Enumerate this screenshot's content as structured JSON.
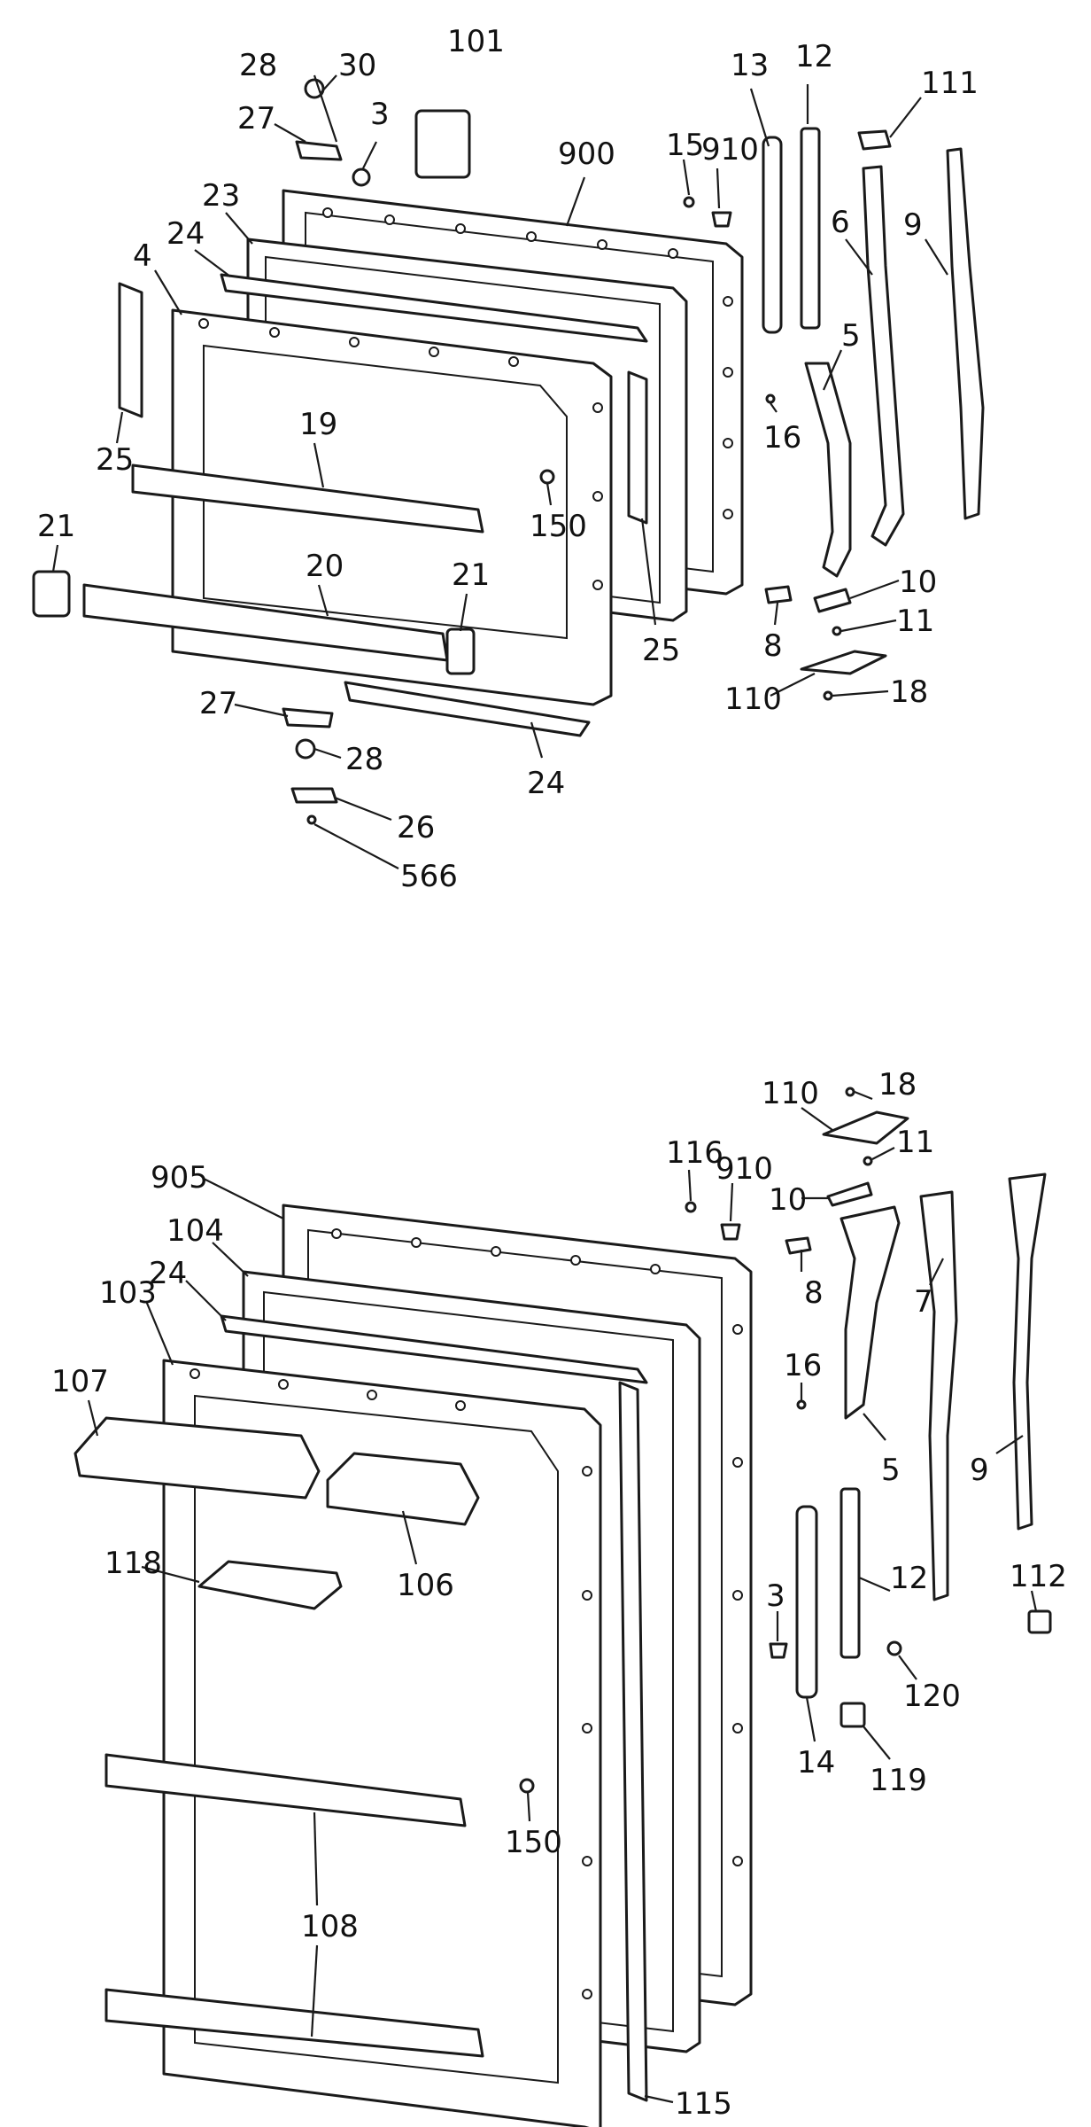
{
  "diagram": {
    "freezer_door_labels": [
      "28",
      "30",
      "27",
      "3",
      "101",
      "900",
      "15",
      "910",
      "13",
      "12",
      "111",
      "23",
      "24",
      "4",
      "6",
      "9",
      "5",
      "16",
      "25",
      "19",
      "150",
      "21",
      "20",
      "21",
      "25",
      "10",
      "8",
      "11",
      "110",
      "18",
      "27",
      "28",
      "24",
      "26",
      "566"
    ],
    "fresh_food_door_labels": [
      "110",
      "18",
      "11",
      "116",
      "910",
      "10",
      "905",
      "104",
      "24",
      "103",
      "107",
      "8",
      "7",
      "16",
      "9",
      "5",
      "118",
      "106",
      "112",
      "3",
      "12",
      "120",
      "14",
      "119",
      "150",
      "108",
      "115"
    ]
  },
  "colors": {
    "line": "#1a1a1a",
    "background": "#ffffff"
  }
}
